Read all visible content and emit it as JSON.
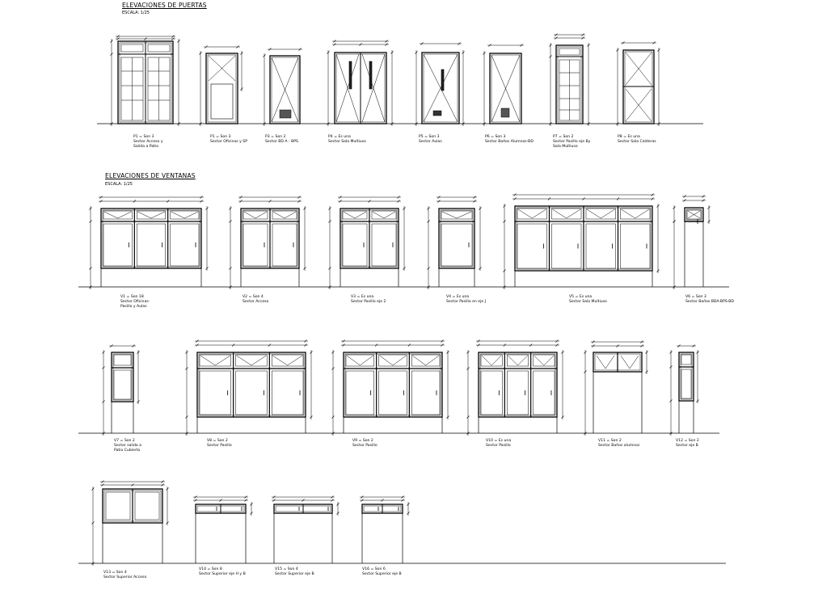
{
  "doors": {
    "title": "ELEVACIONES DE PUERTAS",
    "scale": "ESCALA: 1/25",
    "items": [
      {
        "lines": [
          "P1 = Son 3",
          "Sector Acceso y",
          "Salida a Patio"
        ]
      },
      {
        "lines": [
          "P1 = Son 3",
          "Sector Oficinas y SP"
        ]
      },
      {
        "lines": [
          "P3 = Son 2",
          "Sector BD A - BPS"
        ]
      },
      {
        "lines": [
          "P4 = Es una",
          "Sector Sala Multiuso"
        ]
      },
      {
        "lines": [
          "P5 = Son 3",
          "Sector Aulas"
        ]
      },
      {
        "lines": [
          "P6 = Son 3",
          "Sector Baños Alumnos-BD"
        ]
      },
      {
        "lines": [
          "P7 = Son 2",
          "Sector Pasillo eje By",
          "Sala Multiuso"
        ]
      },
      {
        "lines": [
          "P8 = Es una",
          "Sector Sala Calderas"
        ]
      }
    ]
  },
  "windows": {
    "title": "ELEVACIONES DE VENTANAS",
    "scale": "ESCALA: 1/25",
    "items": [
      {
        "lines": [
          "V1 = Son 18",
          "Sector Oficinas-",
          "Pasillo y Aulas"
        ]
      },
      {
        "lines": [
          "V2 = Son 4",
          "Sector Acceso"
        ]
      },
      {
        "lines": [
          "V3 = Es una",
          "Sector Pasillo eje 2"
        ]
      },
      {
        "lines": [
          "V4 = Es una",
          "Sector Pasillo en eje J"
        ]
      },
      {
        "lines": [
          "V5 = Es una",
          "Sector Sala Multiuso"
        ]
      },
      {
        "lines": [
          "V6 = Son 3",
          "Sector Baños BDA-BPS-BD"
        ]
      },
      {
        "lines": [
          "V7 = Son 2",
          "Sector salida a",
          "Patio Cubierto"
        ]
      },
      {
        "lines": [
          "V8 = Son 2",
          "Sector Pasillo"
        ]
      },
      {
        "lines": [
          "V9 = Son 2",
          "Sector Pasillo"
        ]
      },
      {
        "lines": [
          "V10 = Es una",
          "Sector Pasillo"
        ]
      },
      {
        "lines": [
          "V11 = Son 2",
          "Sector Baños alumnos"
        ]
      },
      {
        "lines": [
          "V12 = Son 2",
          "Sector eje B"
        ]
      },
      {
        "lines": [
          "V13 = Son 4",
          "Sector Superior Acceso"
        ]
      },
      {
        "lines": [
          "V14 = Son 8",
          "Sector Superior eje H y B"
        ]
      },
      {
        "lines": [
          "V15 = Son 4",
          "Sector Superior eje B"
        ]
      },
      {
        "lines": [
          "V16 = Son 6",
          "Sector Superior eje B"
        ]
      }
    ]
  }
}
